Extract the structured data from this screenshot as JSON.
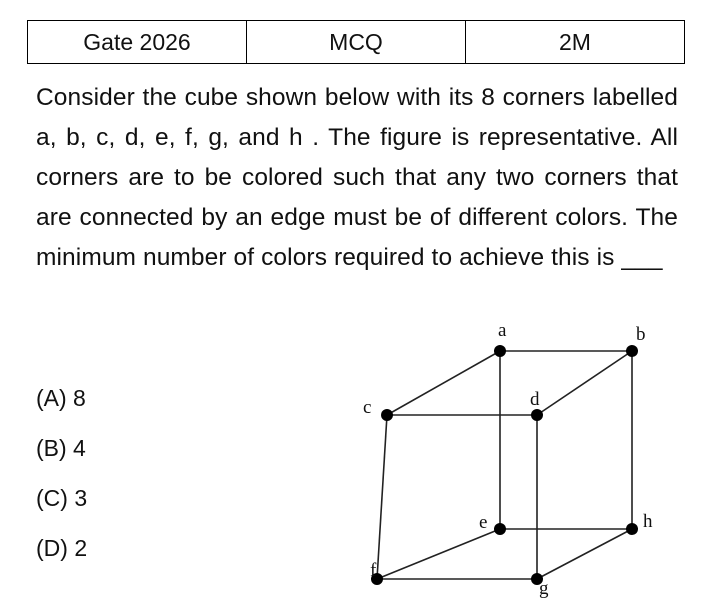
{
  "header": {
    "exam": "Gate 2026",
    "type": "MCQ",
    "marks": "2M"
  },
  "question": {
    "text": "Consider the cube shown below with its 8 corners labelled a, b, c, d, e, f, g, and h . The figure is representative. All corners are to be colored such that any two corners that are connected by an edge must be of different colors. The minimum number of colors required to achieve this is ___"
  },
  "options": [
    {
      "label": "(A) 8"
    },
    {
      "label": "(B) 4"
    },
    {
      "label": "(C) 3"
    },
    {
      "label": "(D) 2"
    }
  ],
  "figure": {
    "vertices": [
      "a",
      "b",
      "c",
      "d",
      "e",
      "f",
      "g",
      "h"
    ]
  }
}
